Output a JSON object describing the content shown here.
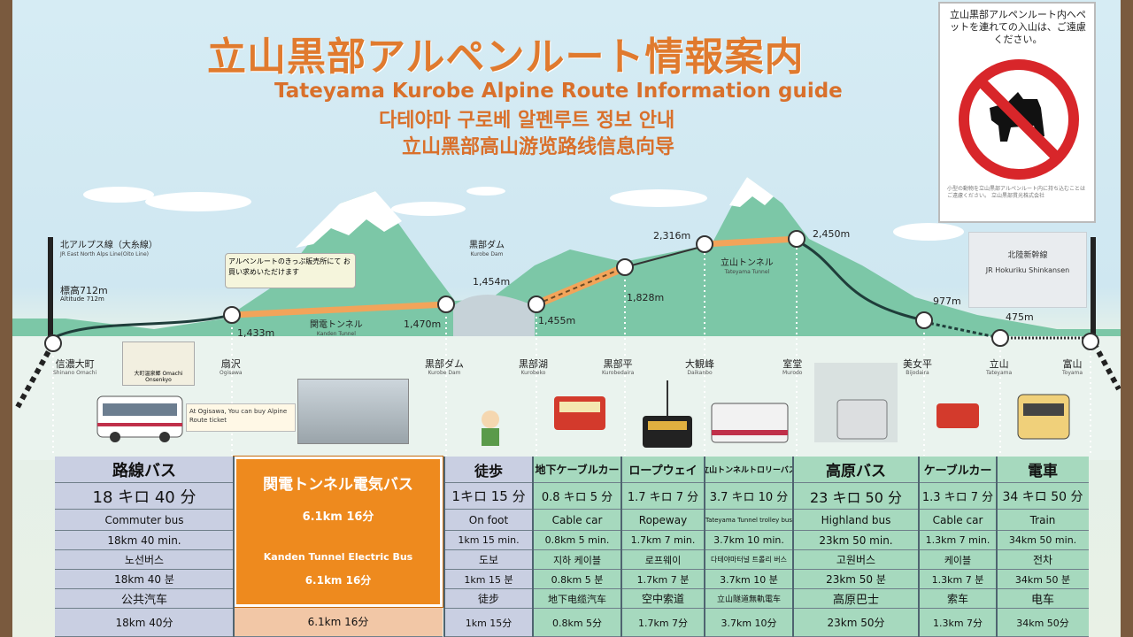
{
  "title": {
    "ja": "立山黒部アルペンルート情報案内",
    "en": "Tateyama Kurobe Alpine Route Information guide",
    "ko": "다테야마 구로베 알펜루트 정보 안내",
    "zh": "立山黑部高山游览路线信息向导"
  },
  "pet_sign": {
    "text": "立山黒部アルペンルート内へペットを連れての入山は、ご遠慮ください。",
    "small_print": "小型の動物を立山黒部アルペンルート内に持ち込むことはご遠慮ください。",
    "issuer": "立山黒部貫光株式会社"
  },
  "shinkansen": {
    "ja": "北陸新幹線",
    "en": "JR Hokuriku Shinkansen"
  },
  "line_label": {
    "ja": "北アルプス線（大糸線）",
    "en": "JR East North Alps Line(Oito Line)"
  },
  "callouts": {
    "alpen_ticket": "アルペンルートのきっぷ販売所にて お買い求めいただけます",
    "ogisawa_ticket": "At Ogisawa, You can buy Alpine Route ticket"
  },
  "photos": {
    "dam_photo_label": "大町温泉郷 Omachi Onsenkyo"
  },
  "stations": [
    {
      "ja": "信濃大町",
      "en": "Shinano Omachi"
    },
    {
      "ja": "扇沢",
      "en": "Ogisawa"
    },
    {
      "ja": "黒部ダム",
      "en": "Kurobe Dam"
    },
    {
      "ja": "黒部湖",
      "en": "Kurobeko"
    },
    {
      "ja": "黒部平",
      "en": "Kurobedaira"
    },
    {
      "ja": "大観峰",
      "en": "Daikanbo"
    },
    {
      "ja": "室堂",
      "en": "Murodo"
    },
    {
      "ja": "美女平",
      "en": "Bijodaira"
    },
    {
      "ja": "立山",
      "en": "Tateyama"
    },
    {
      "ja": "富山",
      "en": "Toyama"
    }
  ],
  "altitudes": {
    "omachi": "標高712m",
    "omachi_en": "Altitude 712m",
    "ogisawa": "1,433m",
    "dam_left": "1,470m",
    "dam": "1,454m",
    "kurobeko": "1,455m",
    "kurobedaira": "1,828m",
    "daikanbo": "2,316m",
    "murodo": "2,450m",
    "bijodaira": "977m",
    "tateyama": "475m"
  },
  "map_labels": {
    "kanden_tunnel": "関電トンネル",
    "kanden_tunnel_en": "Kanden Tunnel",
    "kurobe_dam_top": "黒部ダム",
    "kurobe_dam_top_en": "Kurobe Dam",
    "tateyama_tunnel": "立山トンネル",
    "tateyama_tunnel_en": "Tateyama Tunnel"
  },
  "table": {
    "route_bus": {
      "head": "路線バス",
      "time": "18 キロ 40 分",
      "rows": [
        "Commuter bus",
        "18km 40 min.",
        "노선버스",
        "18km 40 분",
        "公共汽车",
        "18km 40分"
      ]
    },
    "kanden": {
      "head": "関電トンネル電気バス",
      "time": "6.1km 16分",
      "en": "Kanden Tunnel Electric Bus",
      "time2": "6.1km 16分",
      "bottom": "6.1km 16分"
    },
    "foot": {
      "head": "徒歩",
      "time": "1キロ 15 分",
      "rows": [
        "On foot",
        "1km 15 min.",
        "도보",
        "1km 15 분",
        "徒步",
        "1km 15分"
      ]
    },
    "cable": {
      "head": "地下ケーブルカー",
      "time": "0.8 キロ 5 分",
      "rows": [
        "Cable car",
        "0.8km 5 min.",
        "지하 케이블",
        "0.8km 5 분",
        "地下电缆汽车",
        "0.8km 5分"
      ]
    },
    "ropeway": {
      "head": "ロープウェイ",
      "time": "1.7 キロ 7 分",
      "rows": [
        "Ropeway",
        "1.7km 7 min.",
        "로프웨이",
        "1.7km 7 분",
        "空中索道",
        "1.7km 7分"
      ]
    },
    "trolley": {
      "head": "立山トンネルトロリーバス",
      "time": "3.7 キロ 10 分",
      "rows": [
        "Tateyama Tunnel trolley bus",
        "3.7km 10 min.",
        "다테야마터널 트롤리 버스",
        "3.7km 10 분",
        "立山隧道無軌電车",
        "3.7km 10分"
      ]
    },
    "highland": {
      "head": "高原バス",
      "time": "23 キロ 50 分",
      "rows": [
        "Highland bus",
        "23km 50 min.",
        "고원버스",
        "23km 50 분",
        "高原巴士",
        "23km 50分"
      ]
    },
    "cable2": {
      "head": "ケーブルカー",
      "time": "1.3 キロ 7 分",
      "rows": [
        "Cable car",
        "1.3km 7 min.",
        "케이블",
        "1.3km 7 분",
        "索车",
        "1.3km 7分"
      ]
    },
    "train": {
      "head": "電車",
      "time": "34 キロ 50 分",
      "rows": [
        "Train",
        "34km 50 min.",
        "전차",
        "34km 50 분",
        "电车",
        "34km 50分"
      ]
    }
  },
  "colors": {
    "title_orange": "#e07a2e",
    "table_blue": "#c9cfe2",
    "table_green": "#a6d9be",
    "kanden_orange": "#ee8a1e"
  }
}
